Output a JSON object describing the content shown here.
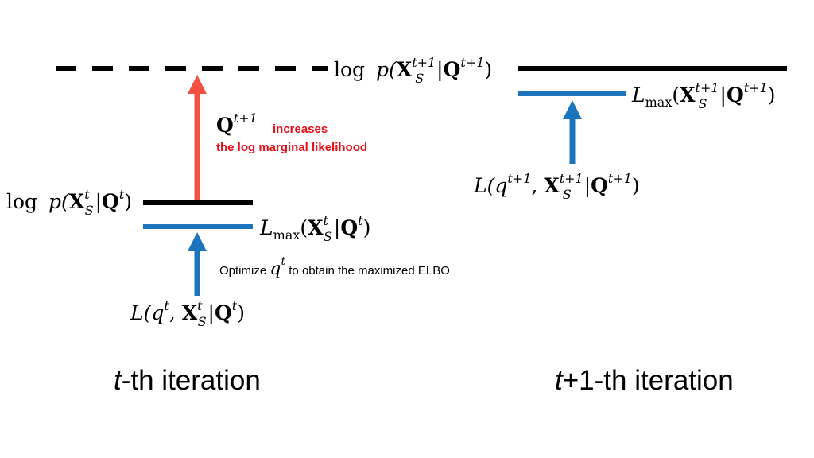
{
  "colors": {
    "level_line": "#000000",
    "elbo_line": "#1c75bc",
    "opt_arrow": "#1c75bc",
    "increase_arrow": "#f25141",
    "increase_text": "#e6101b"
  },
  "labels": {
    "t_loglik": {
      "fn": "log",
      "p": "p(",
      "X": "X",
      "sub": "S",
      "sup": "t",
      "bar": "|",
      "Q": "Q",
      "qsup": "t",
      "close": ")"
    },
    "t_lmax": {
      "L": "L",
      "max": "max",
      "open": "(",
      "X": "X",
      "sub": "S",
      "sup": "t",
      "bar": "|",
      "Q": "Q",
      "qsup": "t",
      "close": ")"
    },
    "t_elbo": {
      "L": "L(",
      "q": "q",
      "qsup": "t",
      "comma": ", ",
      "X": "X",
      "sub": "S",
      "sup": "t",
      "bar": "|",
      "Q": "Q",
      "Qsup": "t",
      "close": ")"
    },
    "t1_loglik": {
      "fn": "log",
      "p": "p(",
      "X": "X",
      "sub": "S",
      "sup": "t+1",
      "bar": "|",
      "Q": "Q",
      "qsup": "t+1",
      "close": ")"
    },
    "t1_lmax": {
      "L": "L",
      "max": "max",
      "open": "(",
      "X": "X",
      "sub": "S",
      "sup": "t+1",
      "bar": "|",
      "Q": "Q",
      "qsup": "t+1",
      "close": ")"
    },
    "t1_elbo": {
      "L": "L(",
      "q": "q",
      "qsup": "t+1",
      "comma": ", ",
      "X": "X",
      "sub": "S",
      "sup": "t+1",
      "bar": "|",
      "Q": "Q",
      "Qsup": "t+1",
      "close": ")"
    },
    "increase_Q": {
      "Q": "Q",
      "sup": "t+1"
    },
    "increase_line1": "increases",
    "increase_line2": "the log marginal likelihood",
    "optimize": {
      "pre": "Optimize ",
      "q": "q",
      "sup": "t",
      "post": " to obtain the maximized ELBO"
    },
    "iter_t": {
      "var": "t",
      "rest": "-th iteration"
    },
    "iter_t1": {
      "var": "t",
      "rest": "+1-th iteration"
    }
  }
}
